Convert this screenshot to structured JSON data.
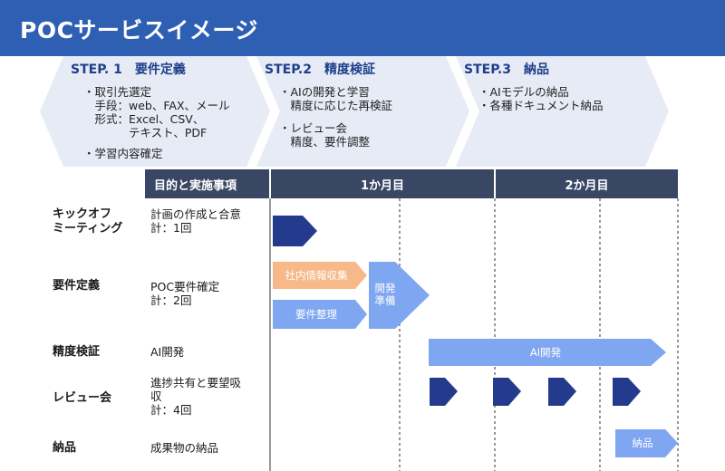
{
  "title": "POCサービスイメージ",
  "steps": [
    {
      "title": "STEP. 1　要件定義",
      "lines": [
        "・取引先選定",
        "　手段：web、FAX、メール",
        "　形式：Excel、CSV、",
        "　　　　テキスト、PDF",
        "",
        "・学習内容確定"
      ]
    },
    {
      "title": "STEP.2　精度検証",
      "lines": [
        "・AIの開発と学習",
        "　精度に応じた再検証",
        "",
        "・レビュー会",
        "　精度、要件調整"
      ]
    },
    {
      "title": "STEP.3　納品",
      "lines": [
        "・AIモデルの納品",
        "・各種ドキュメント納品"
      ]
    }
  ],
  "header": {
    "purpose": "目的と実施事項",
    "month1": "1か月目",
    "month2": "2か月目"
  },
  "rows": [
    {
      "label": "キックオフ\nミーティング",
      "desc": "計画の作成と合意\n計：1回"
    },
    {
      "label": "要件定義",
      "desc": "POC要件確定\n計：2回"
    },
    {
      "label": "精度検証",
      "desc": "AI開発"
    },
    {
      "label": "レビュー会",
      "desc": "進捗共有と要望吸\n収\n計：4回"
    },
    {
      "label": "納品",
      "desc": "成果物の納品"
    }
  ],
  "bars": {
    "info_collect": "社内情報収集",
    "req_organize": "要件整理",
    "dev_prep": "開発\n準備",
    "ai_dev": "AI開発",
    "delivery": "納品"
  },
  "colors": {
    "banner": "#2f5fb3",
    "navy": "#243a8c",
    "light_blue": "#7fa6f0",
    "orange": "#f7b98a",
    "header": "#3a4764",
    "chevron": "#e6ebf5"
  }
}
